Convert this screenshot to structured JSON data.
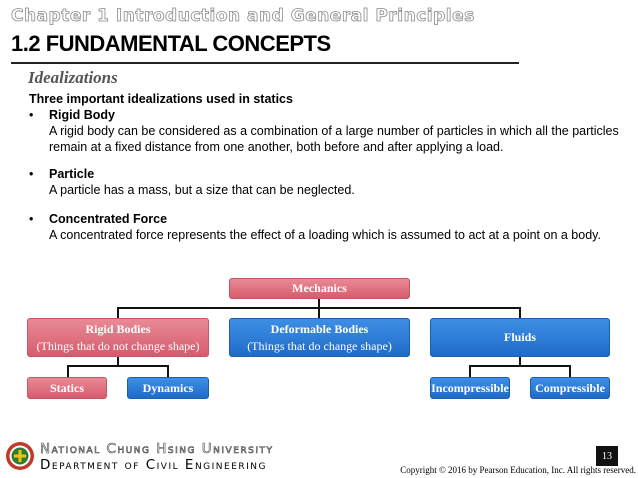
{
  "header": {
    "chapter": "Chapter 1 Introduction and General Principles",
    "title": "1.2 FUNDAMENTAL CONCEPTS",
    "section": "Idealizations"
  },
  "content": {
    "intro": "Three important idealizations used in statics",
    "bullet_symbol": "•",
    "items": [
      {
        "heading": "Rigid Body",
        "text": "A rigid body can be considered as a combination of a large number of particles in which all the particles remain at a fixed distance from one another, both before and after applying a load."
      },
      {
        "heading": "Particle",
        "text": "A particle has a mass, but a size that can be neglected."
      },
      {
        "heading": "Concentrated Force",
        "text": "A concentrated force represents the effect of a loading which is assumed to act at a point on a body."
      }
    ]
  },
  "diagram": {
    "root": "Mechanics",
    "rigid": {
      "title": "Rigid Bodies",
      "subtitle": "(Things that do not change shape)"
    },
    "deformable": {
      "title": "Deformable Bodies",
      "subtitle": "(Things that do change shape)"
    },
    "fluids": "Fluids",
    "statics": "Statics",
    "dynamics": "Dynamics",
    "incompressible": "Incompressible",
    "compressible": "Compressible",
    "colors": {
      "pink": "#d65c6e",
      "blue": "#1f6cc8"
    }
  },
  "footer": {
    "university": "National Chung Hsing University",
    "department": "Department of Civil Engineering",
    "page_number": "13",
    "copyright": "Copyright © 2016 by Pearson Education, Inc. All rights reserved."
  }
}
